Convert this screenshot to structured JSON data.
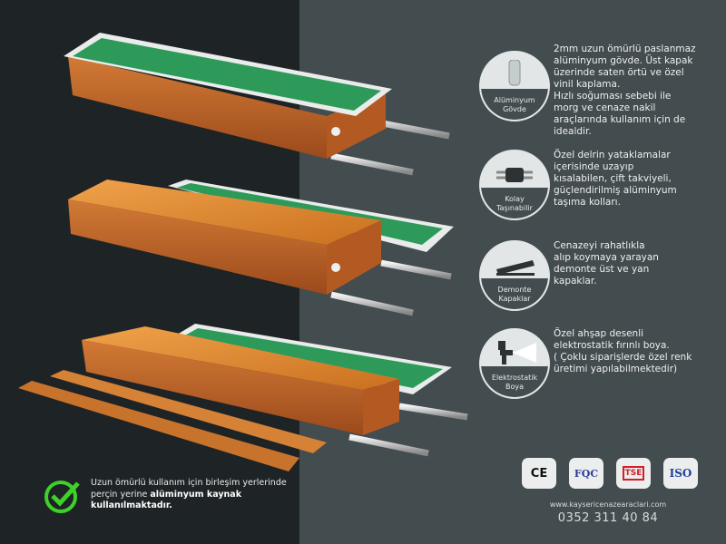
{
  "features": [
    {
      "badge": "Alüminyum\nGövde",
      "icon": "aluminum-tube-icon",
      "text": "2mm uzun ömürlü paslanmaz\nalüminyum gövde. Üst kapak\nüzerinde saten örtü ve özel\nvinil kaplama.\nHızlı soğuması sebebi ile\nmorg ve cenaze nakil\naraçlarında kullanım için de\nidealdir."
    },
    {
      "badge": "Kolay\nTaşınabilir",
      "icon": "handle-icon",
      "text": "Özel delrin yataklamalar\niçerisinde uzayıp\nkısalabilen, çift takviyeli,\ngüçlendirilmiş alüminyum\ntaşıma kolları."
    },
    {
      "badge": "Demonte\nKapaklar",
      "icon": "lid-icon",
      "text": "Cenazeyi rahatlıkla\nalıp koymaya yarayan\ndemonte üst ve yan\nkapaklar."
    },
    {
      "badge": "Elektrostatik\nBoya",
      "icon": "spray-gun-icon",
      "text": "Özel ahşap desenli\nelektrostatik fırınlı boya.\n( Çoklu siparişlerde özel renk\nüretimi yapılabilmektedir)"
    }
  ],
  "certifications": [
    "CE",
    "FQC",
    "TSE",
    "ISO"
  ],
  "contact": {
    "website": "www.kaysericenazearaclari.com",
    "phone": "0352 311 40 84"
  },
  "note": {
    "text": "Uzun ömürlü kullanım için birleşim yerlerinde perçin yerine ",
    "bold": "alüminyum kaynak kullanılmaktadır."
  },
  "colors": {
    "left_bg": "#1e2326",
    "right_bg": "#434c4f",
    "wood": "#c0672a",
    "green_cover": "#2e9a5a",
    "check": "#3fd12a"
  }
}
